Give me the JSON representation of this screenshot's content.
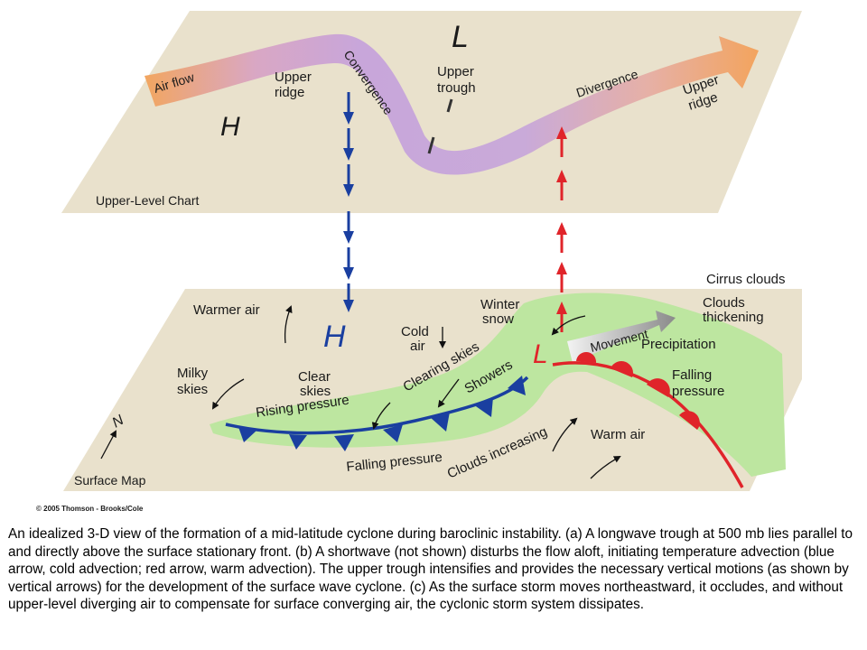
{
  "upper_panel": {
    "title": "Upper-Level Chart",
    "low_symbol": "L",
    "high_symbol": "H",
    "labels": {
      "air_flow": "Air flow",
      "convergence": "Convergence",
      "divergence": "Divergence",
      "upper_ridge_left_1": "Upper",
      "upper_ridge_left_2": "ridge",
      "upper_trough_1": "Upper",
      "upper_trough_2": "trough",
      "upper_ridge_right_1": "Upper",
      "upper_ridge_right_2": "ridge"
    }
  },
  "surface_panel": {
    "title": "Surface Map",
    "north": "N",
    "high_symbol": "H",
    "low_symbol": "L",
    "labels": {
      "warmer_air": "Warmer air",
      "cold_air_1": "Cold",
      "cold_air_2": "air",
      "winter_snow_1": "Winter",
      "winter_snow_2": "snow",
      "cirrus_clouds": "Cirrus clouds",
      "clouds_thickening_1": "Clouds",
      "clouds_thickening_2": "thickening",
      "movement": "Movement",
      "precipitation": "Precipitation",
      "milky_skies_1": "Milky",
      "milky_skies_2": "skies",
      "clear_skies_1": "Clear",
      "clear_skies_2": "skies",
      "clearing_skies": "Clearing skies",
      "showers": "Showers",
      "rising_pressure": "Rising pressure",
      "falling_pressure_1": "Falling",
      "falling_pressure_2": "pressure",
      "falling_pressure_bottom": "Falling pressure",
      "clouds_increasing": "Clouds increasing",
      "warm_air": "Warm air"
    }
  },
  "copyright": "© 2005 Thomson - Brooks/Cole",
  "caption": "An idealized 3-D view of the formation of a mid-latitude cyclone during baroclinic instability. (a) A longwave trough at 500 mb lies parallel to and directly above the surface stationary front. (b) A shortwave (not shown) disturbs the flow aloft, initiating temperature advection (blue  arrow, cold advection; red arrow, warm advection). The upper trough intensifies and provides the necessary vertical motions (as shown by vertical  arrows) for the development of the surface wave cyclone. (c) As the surface storm moves northeastward, it occludes, and without upper-level diverging air to compensate for surface converging air, the cyclonic storm system dissipates.",
  "colors": {
    "panel": "#e9e1cc",
    "cold_front": "#1a3fa0",
    "warm_front": "#e0242a",
    "precip_zone": "#bde6a0"
  }
}
